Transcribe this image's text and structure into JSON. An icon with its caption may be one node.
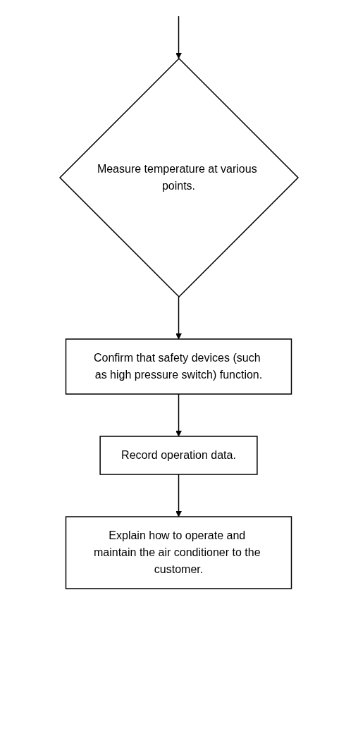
{
  "diagram": {
    "nodes": [
      {
        "text": [
          "Measure temperature at various points."
        ]
      },
      {
        "text": [
          "Confirm that safety devices (such as high pressure switch) function."
        ]
      },
      {
        "text": [
          "Record operation data."
        ]
      },
      {
        "text": [
          "Explain how to operate and maintain the air conditioner to the customer."
        ]
      }
    ],
    "edges": [
      {
        "from": null,
        "to": 0,
        "arrow": "to"
      },
      {
        "from": 0,
        "to": 1,
        "arrow": "to"
      },
      {
        "from": 1,
        "to": 2,
        "arrow": "to"
      },
      {
        "from": 2,
        "to": 3,
        "arrow": "to"
      }
    ]
  }
}
